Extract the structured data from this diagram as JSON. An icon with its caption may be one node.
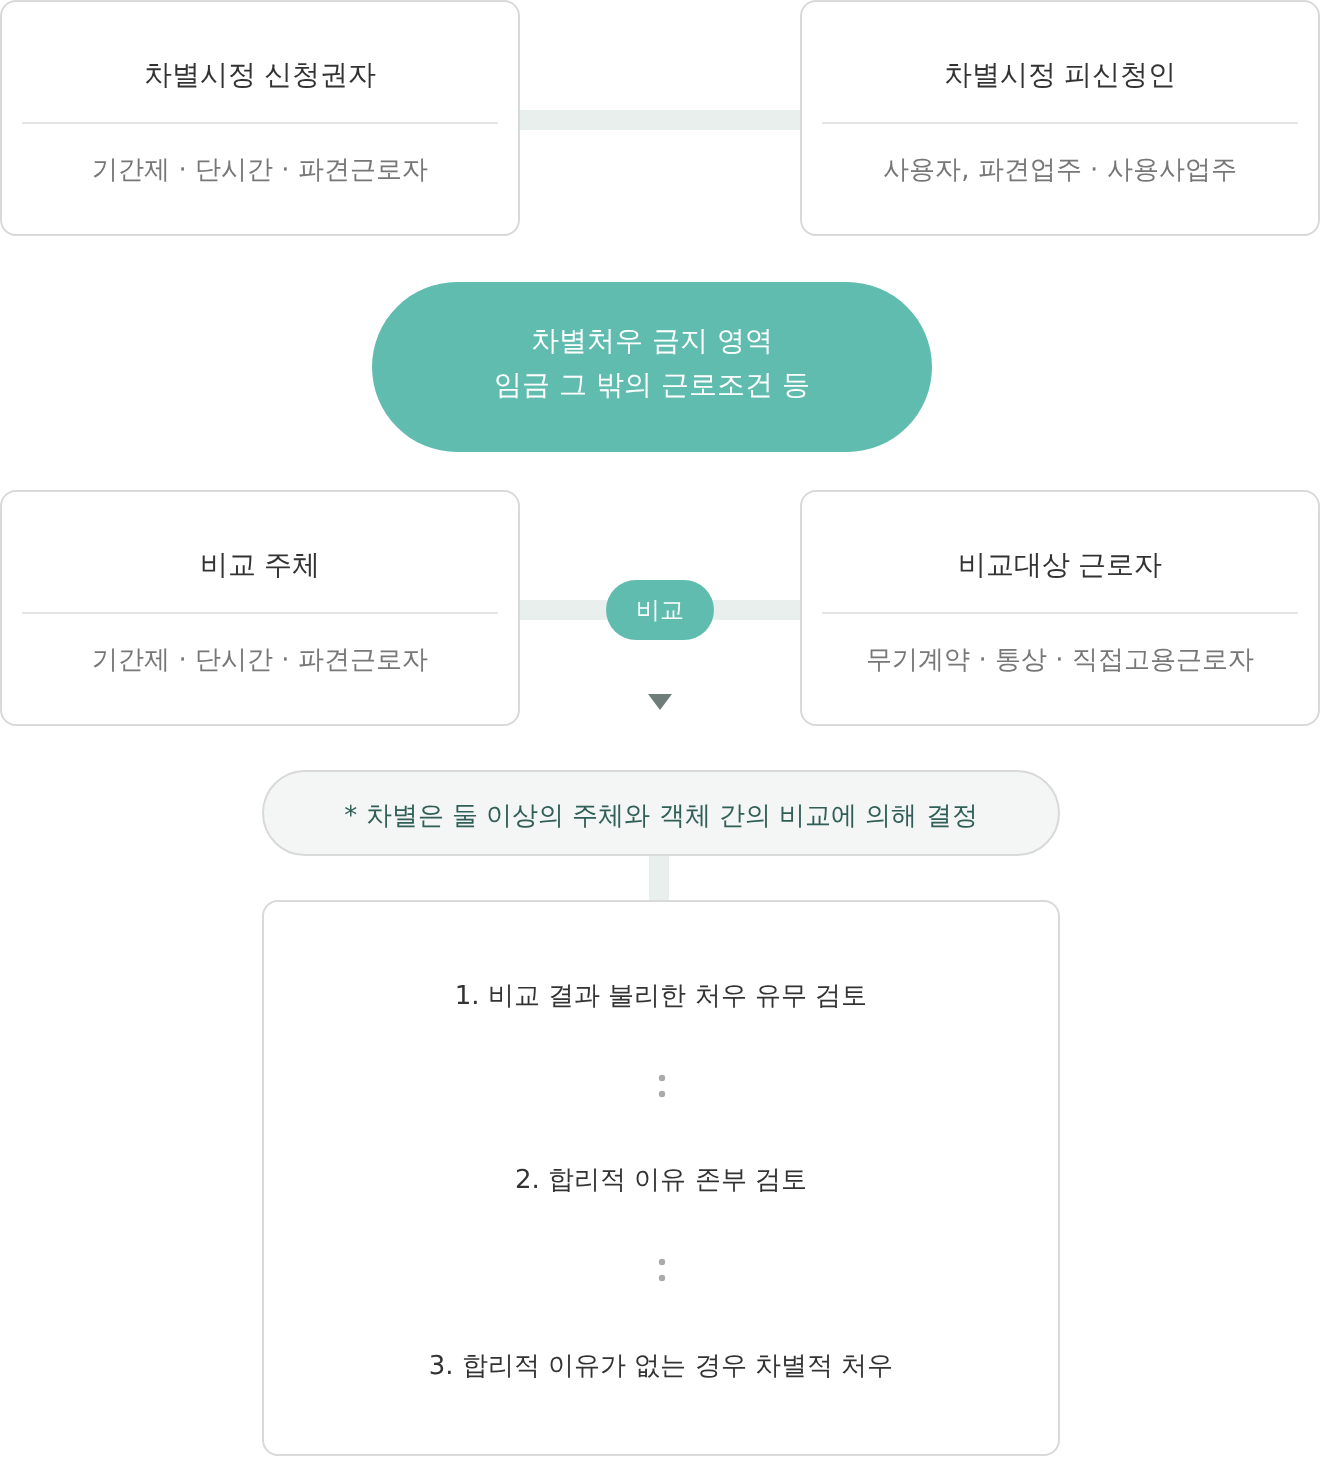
{
  "diagram": {
    "nodes": [
      {
        "text": [
          "차별시정 신청권자",
          "기간제 · 단시간 · 파견근로자"
        ]
      },
      {
        "text": [
          "차별시정 피신청인",
          "사용자, 파견업주 · 사용사업주"
        ]
      },
      {
        "text": [
          "차별처우 금지 영역",
          "임금 그 밖의 근로조건 등"
        ]
      },
      {
        "text": [
          "비교 주체",
          "기간제 · 단시간 · 파견근로자"
        ]
      },
      {
        "text": [
          "비교대상 근로자",
          "무기계약 · 통상 · 직접고용근로자"
        ]
      },
      {
        "text": [
          "* 차별은 둘 이상의 주체와 객체 간의 비교에 의해 결정"
        ]
      },
      {
        "text": [
          "1. 비교 결과 불리한 처우 유무 검토",
          "2.  합리적 이유 존부 검토",
          "3. 합리적 이유가 없는 경우 차별적 처우"
        ]
      }
    ],
    "edges": [
      {
        "from": 0,
        "to": 1,
        "arrow": "none"
      },
      {
        "from": 3,
        "to": 4,
        "arrow": "none",
        "label": "비교"
      },
      {
        "from": 5,
        "to": 6,
        "arrow": "none"
      }
    ]
  }
}
